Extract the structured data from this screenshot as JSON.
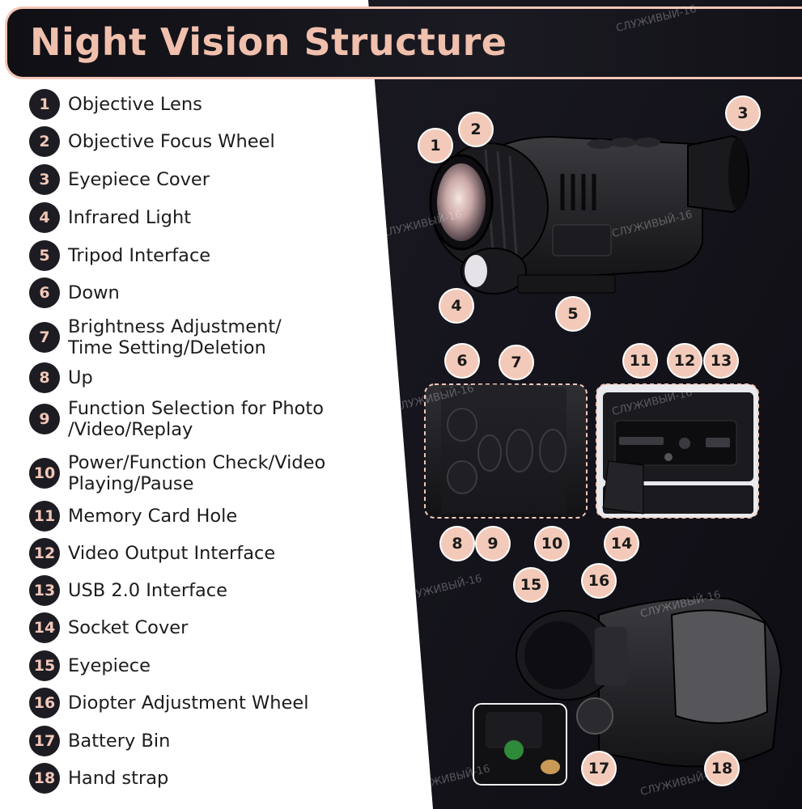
{
  "title": "Night Vision Structure",
  "watermark": "СЛУЖИВЫЙ-16",
  "parts": [
    {
      "num": "1",
      "label": "Objective Lens"
    },
    {
      "num": "2",
      "label": "Objective Focus Wheel"
    },
    {
      "num": "3",
      "label": "Eyepiece Cover"
    },
    {
      "num": "4",
      "label": "Infrared Light"
    },
    {
      "num": "5",
      "label": "Tripod Interface"
    },
    {
      "num": "6",
      "label": "Down"
    },
    {
      "num": "7",
      "label": "Brightness Adjustment/\nTime Setting/Deletion"
    },
    {
      "num": "8",
      "label": "Up"
    },
    {
      "num": "9",
      "label": "Function Selection for Photo\n/Video/Replay"
    },
    {
      "num": "10",
      "label": "Power/Function Check/Video\nPlaying/Pause"
    },
    {
      "num": "11",
      "label": "Memory Card Hole"
    },
    {
      "num": "12",
      "label": "Video Output Interface"
    },
    {
      "num": "13",
      "label": "USB 2.0 Interface"
    },
    {
      "num": "14",
      "label": "Socket Cover"
    },
    {
      "num": "15",
      "label": "Eyepiece"
    },
    {
      "num": "16",
      "label": "Diopter Adjustment Wheel"
    },
    {
      "num": "17",
      "label": "Battery Bin"
    },
    {
      "num": "18",
      "label": "Hand strap"
    }
  ],
  "colors": {
    "accent": "#f2c7b8",
    "badge_bg": "#1d1c23",
    "panel_bg": "#15141c"
  }
}
